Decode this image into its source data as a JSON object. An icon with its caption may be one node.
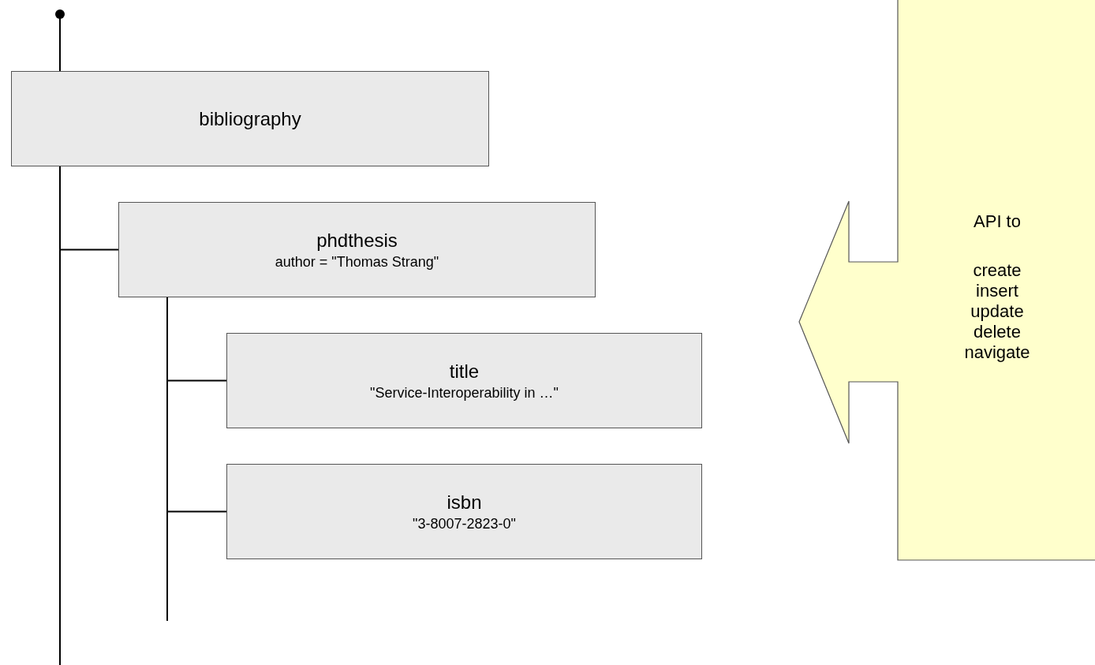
{
  "diagram": {
    "nodes": [
      {
        "text": [],
        "shape": "circle"
      },
      {
        "text": [
          "bibliography"
        ]
      },
      {
        "text": [
          "phdthesis",
          "author = \"Thomas Strang\""
        ]
      },
      {
        "text": [
          "title",
          "\"Service-Interoperability in …\""
        ]
      },
      {
        "text": [
          "isbn",
          "\"3-8007-2823-0\""
        ]
      },
      {
        "text": [
          "API to",
          "create insert update delete navigate"
        ]
      }
    ],
    "edges": [
      {
        "from": 0,
        "to": 1,
        "arrow": "none"
      },
      {
        "from": 1,
        "to": 2,
        "arrow": "none"
      },
      {
        "from": 2,
        "to": 3,
        "arrow": "none"
      },
      {
        "from": 2,
        "to": 4,
        "arrow": "none"
      },
      {
        "from": 1,
        "to": null,
        "arrow": "none"
      },
      {
        "from": 2,
        "to": null,
        "arrow": "none"
      }
    ]
  }
}
